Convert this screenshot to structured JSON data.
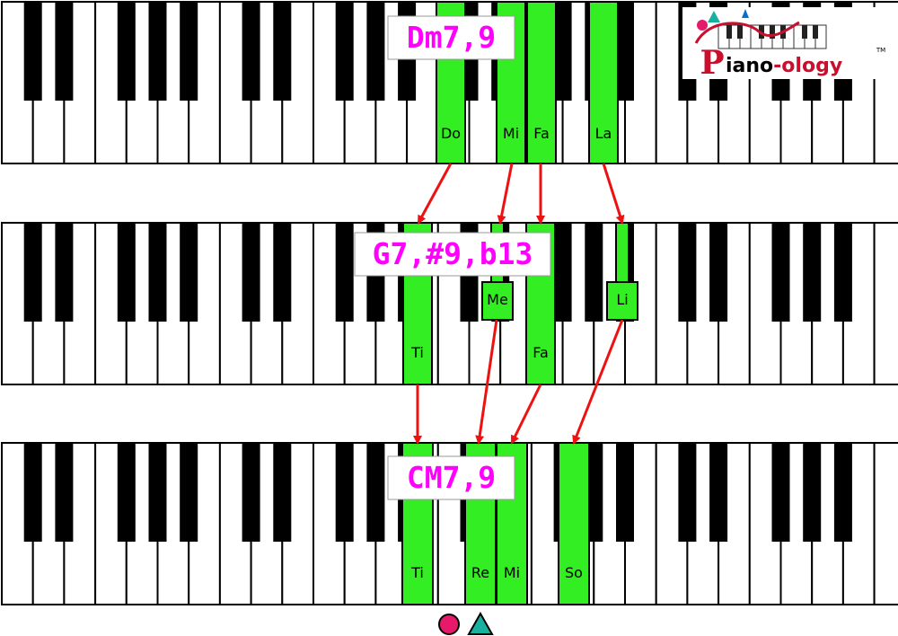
{
  "keyboards": [
    {
      "chord": "Dm7,9",
      "notes": [
        {
          "label": "Do",
          "key": "black"
        },
        {
          "label": "Mi",
          "key": "black"
        },
        {
          "label": "Fa",
          "key": "white"
        },
        {
          "label": "La",
          "key": "black"
        }
      ]
    },
    {
      "chord": "G7,#9,b13",
      "notes": [
        {
          "label": "Ti",
          "key": "white"
        },
        {
          "label": "Me",
          "key": "black"
        },
        {
          "label": "Fa",
          "key": "white"
        },
        {
          "label": "Li",
          "key": "black"
        }
      ]
    },
    {
      "chord": "CM7,9",
      "notes": [
        {
          "label": "Ti",
          "key": "white"
        },
        {
          "label": "Re",
          "key": "white"
        },
        {
          "label": "Mi",
          "key": "white"
        },
        {
          "label": "So",
          "key": "black"
        }
      ]
    }
  ],
  "logo": {
    "part1": "iano",
    "part2": "-ology",
    "initial": "P",
    "tm": "TM"
  },
  "colors": {
    "highlight": "#33ee22",
    "chord_label": "#ff00ff",
    "arrow": "#ee1111",
    "circle_marker": "#e6196b",
    "triangle_marker": "#1ab0a0",
    "logo_brand": "#c8102e"
  }
}
